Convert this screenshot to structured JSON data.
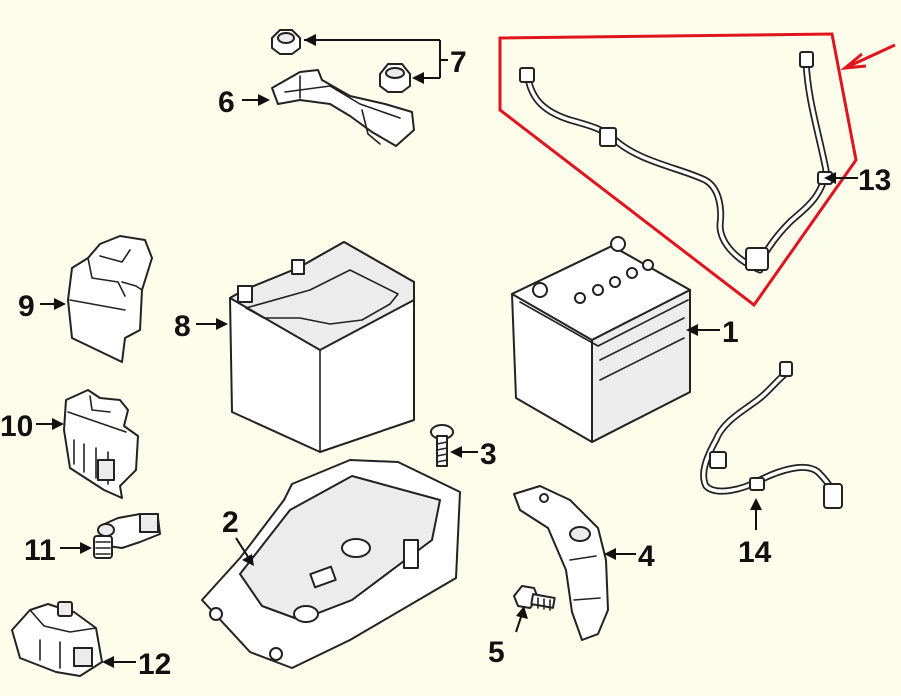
{
  "diagram": {
    "callouts": [
      "1",
      "2",
      "3",
      "4",
      "5",
      "6",
      "7",
      "8",
      "9",
      "10",
      "11",
      "12",
      "13",
      "14"
    ],
    "colors": {
      "background": "#fcfdea",
      "line": "#222222",
      "highlight": "#e0141e"
    }
  }
}
